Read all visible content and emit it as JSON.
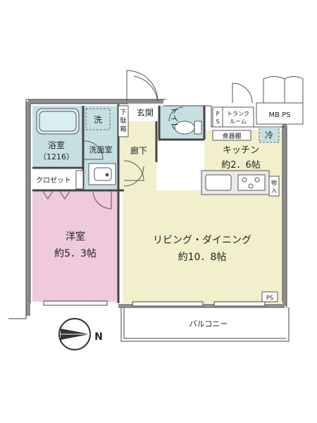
{
  "rooms": {
    "western": {
      "name": "洋室",
      "size": "約5．3帖"
    },
    "living": {
      "name": "リビング・ダイニング",
      "size": "約10．8帖"
    },
    "kitchen": {
      "name": "キッチン",
      "size": "約2．6帖"
    },
    "bath": {
      "name": "浴室",
      "size": "（1216）"
    },
    "washroom": "洗面室",
    "toilet": "トイレ",
    "hallway": "廊下",
    "entrance": "玄関",
    "closet": "クロゼット",
    "balcony": "バルコニー",
    "trunk_room": [
      "トランク",
      "ルーム"
    ]
  },
  "fixtures": {
    "shoe_box": [
      "下",
      "駄",
      "箱"
    ],
    "washer": "洗",
    "fridge": "冷",
    "storage": [
      "物",
      "入"
    ],
    "pantry": "食器棚",
    "ps_label": "PS",
    "ps_vertical": [
      "P",
      "S"
    ],
    "mb_ps": "MB PS"
  },
  "compass": {
    "label": "N",
    "icon": "north-arrow"
  },
  "colors": {
    "western_room": "#efc9dc",
    "living_room": "#f2f0cc",
    "wet_area": "#c6e0e2",
    "wall": "#9a9a9a",
    "line": "#444444"
  }
}
